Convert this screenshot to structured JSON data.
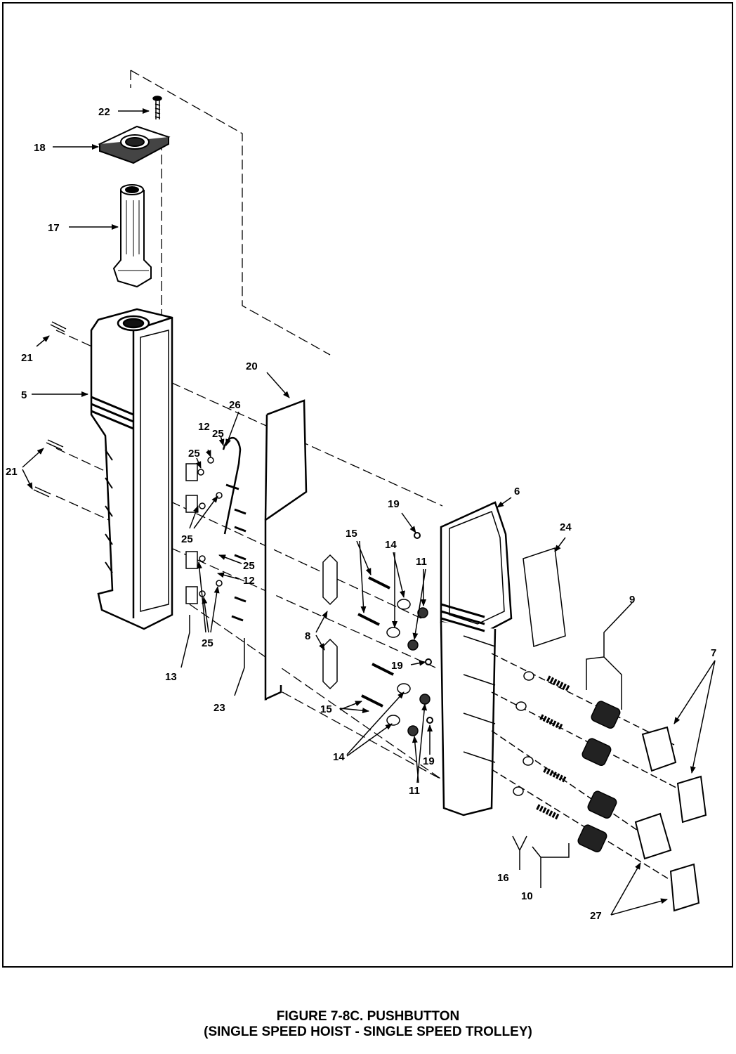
{
  "caption": {
    "line1": "FIGURE 7-8C. PUSHBUTTON",
    "line2": "(SINGLE SPEED HOIST - SINGLE SPEED TROLLEY)"
  },
  "callouts": [
    {
      "id": "c22",
      "text": "22"
    },
    {
      "id": "c18",
      "text": "18"
    },
    {
      "id": "c17",
      "text": "17"
    },
    {
      "id": "c21a",
      "text": "21"
    },
    {
      "id": "c5",
      "text": "5"
    },
    {
      "id": "c21b",
      "text": "21"
    },
    {
      "id": "c20",
      "text": "20"
    },
    {
      "id": "c26",
      "text": "26"
    },
    {
      "id": "c12a",
      "text": "12"
    },
    {
      "id": "c25a",
      "text": "25"
    },
    {
      "id": "c25b",
      "text": "25"
    },
    {
      "id": "c25c",
      "text": "25"
    },
    {
      "id": "c25d",
      "text": "25"
    },
    {
      "id": "c12b",
      "text": "12"
    },
    {
      "id": "c25e",
      "text": "25"
    },
    {
      "id": "c13",
      "text": "13"
    },
    {
      "id": "c23",
      "text": "23"
    },
    {
      "id": "c6",
      "text": "6"
    },
    {
      "id": "c19a",
      "text": "19"
    },
    {
      "id": "c24",
      "text": "24"
    },
    {
      "id": "c15a",
      "text": "15"
    },
    {
      "id": "c14a",
      "text": "14"
    },
    {
      "id": "c11a",
      "text": "11"
    },
    {
      "id": "c9",
      "text": "9"
    },
    {
      "id": "c8",
      "text": "8"
    },
    {
      "id": "c19b",
      "text": "19"
    },
    {
      "id": "c7",
      "text": "7"
    },
    {
      "id": "c15b",
      "text": "15"
    },
    {
      "id": "c14b",
      "text": "14"
    },
    {
      "id": "c19c",
      "text": "19"
    },
    {
      "id": "c11b",
      "text": "11"
    },
    {
      "id": "c16",
      "text": "16"
    },
    {
      "id": "c10",
      "text": "10"
    },
    {
      "id": "c27",
      "text": "27"
    }
  ]
}
